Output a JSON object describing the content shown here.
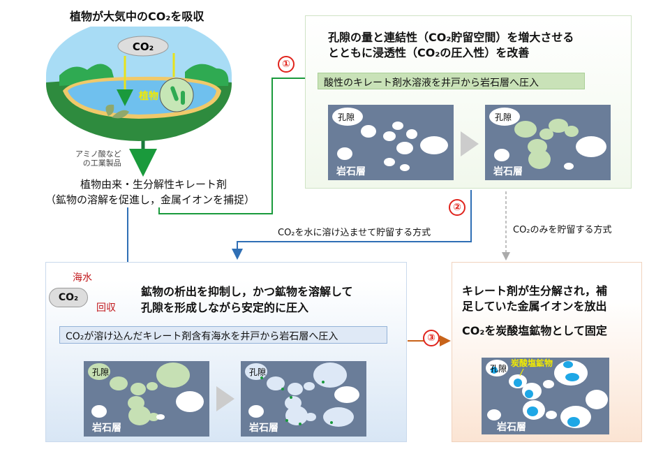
{
  "plant": {
    "title": "植物が大気中のCO₂を吸収",
    "cloud_label": "CO₂",
    "plant_label": "植物",
    "arrow_label_line1": "アミノ酸など",
    "arrow_label_line2": "の工業製品",
    "agent_line1": "植物由来・生分解性キレート剤",
    "agent_line2": "（鉱物の溶解を促進し，金属イオンを捕捉）"
  },
  "step1": {
    "number": "①",
    "header_line1": "孔隙の量と連結性（CO₂貯留空間）を増大させる",
    "header_line2": "とともに浸透性（CO₂の圧入性）を改善",
    "bar": "酸性のキレート剤水溶液を井戸から岩石層へ圧入",
    "pore_label": "孔隙",
    "rock_label": "岩石層"
  },
  "step2": {
    "number": "②",
    "route_label": "CO₂を水に溶け込ませて貯留する方式",
    "alt_route_label": "CO₂のみを貯留する方式",
    "seawater": "海水",
    "cloud_label": "CO₂",
    "recovery": "回収",
    "header_line1": "鉱物の析出を抑制し，かつ鉱物を溶解して",
    "header_line2": "孔隙を形成しながら安定的に圧入",
    "bar": "CO₂が溶け込んだキレート剤含有海水を井戸から岩石層へ圧入",
    "pore_label": "孔隙",
    "rock_label": "岩石層"
  },
  "step3": {
    "number": "③",
    "header_line1": "キレート剤が生分解され，補",
    "header_line2": "足していた金属イオンを放出",
    "header_line3": "CO₂を炭酸塩鉱物として固定",
    "mineral_label": "炭酸塩鉱物",
    "pore_label": "孔隙",
    "rock_label": "岩石層"
  },
  "colors": {
    "rock": "#6a7d99",
    "pore_fill": "#c6e0b4",
    "mineral": "#1ea7e6",
    "red": "#e0231c",
    "green": "#1a9a3c",
    "blue": "#2f6fb5",
    "orange": "#c8631a"
  }
}
